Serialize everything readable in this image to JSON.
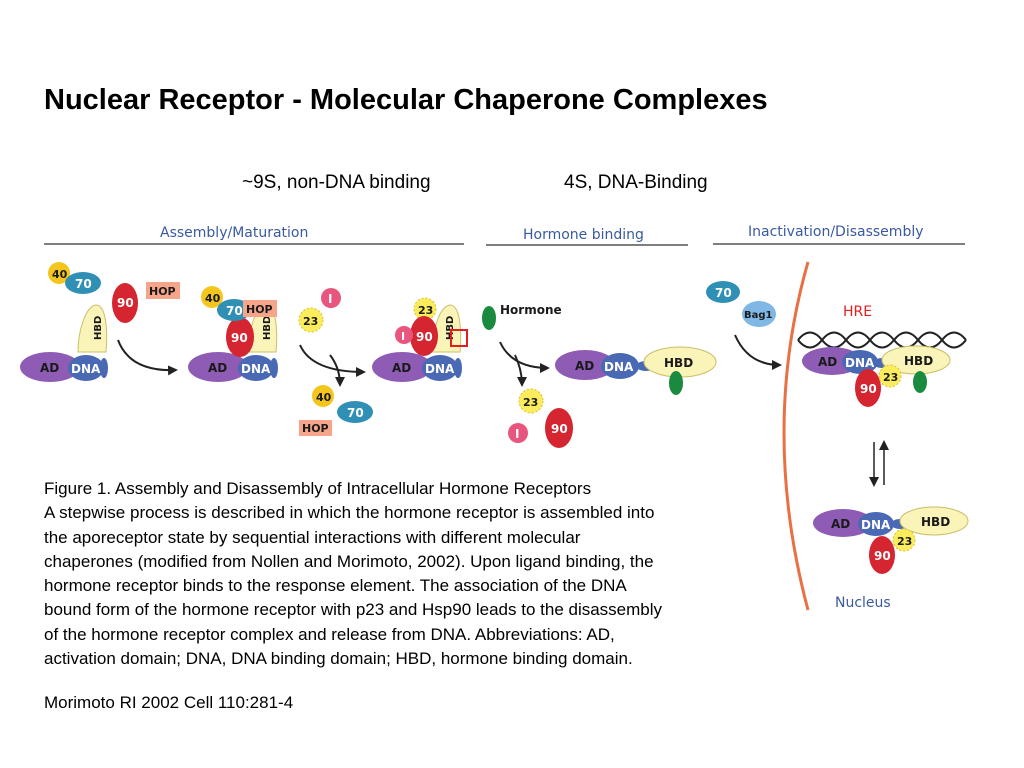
{
  "slide": {
    "title": "Nuclear Receptor - Molecular Chaperone Complexes",
    "state_labels": {
      "left": "~9S, non-DNA binding",
      "right": "4S, DNA-Binding"
    }
  },
  "diagram": {
    "sections": {
      "assembly": "Assembly/Maturation",
      "hormone": "Hormone binding",
      "inactivation": "Inactivation/Disassembly"
    },
    "labels": {
      "ad": "AD",
      "dna": "DNA",
      "hbd": "HBD",
      "hsp40": "40",
      "hsp70": "70",
      "hsp90": "90",
      "hop": "HOP",
      "p23": "23",
      "immunophilin": "I",
      "hormone": "Hormone",
      "bag1": "Bag1",
      "hre": "HRE",
      "nucleus": "Nucleus"
    },
    "colors": {
      "ad": "#8e5cb5",
      "dna_domain": "#4a69b5",
      "hbd": "#fbf4b8",
      "hsp40": "#f4c51c",
      "hsp70": "#2f8fb5",
      "hsp90": "#d42531",
      "hop": "#f6a58a",
      "p23": "#fbec5c",
      "immunophilin": "#e8557d",
      "hormone": "#1a8a3e",
      "bag1": "#7fb8e4",
      "hre": "#e02020",
      "nucleus_membrane": "#e87042"
    }
  },
  "caption": {
    "lines": [
      "Figure 1. Assembly and Disassembly of Intracellular Hormone Receptors",
      "A stepwise process is described in which the hormone receptor is assembled into",
      "the aporeceptor state by sequential interactions with different molecular",
      "chaperones (modified from Nollen and Morimoto, 2002). Upon ligand binding, the",
      "hormone receptor binds to the response element. The association of the DNA",
      "bound form of the hormone receptor with p23 and Hsp90 leads to the disassembly",
      "of the hormone receptor complex and release from DNA. Abbreviations: AD,",
      "activation domain; DNA, DNA binding domain; HBD, hormone binding domain."
    ],
    "citation": "Morimoto RI 2002 Cell 110:281-4"
  }
}
